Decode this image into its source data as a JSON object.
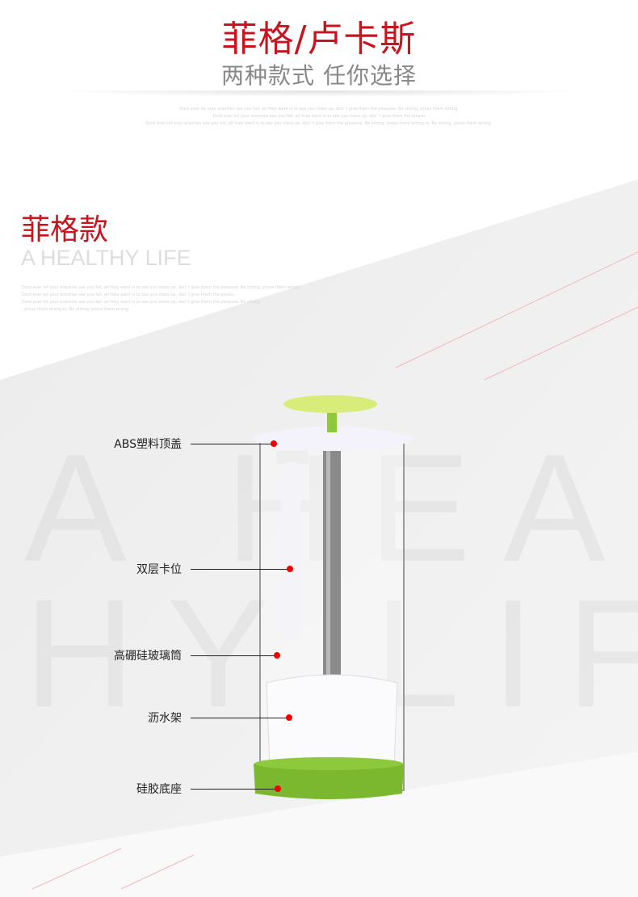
{
  "header": {
    "title": "菲格/卢卡斯",
    "subtitle": "两种款式 任你选择",
    "fine_print": [
      "Dont ever let your enemies see you fall, all they want is to see you mess up, don'  t give them the pleasure. Be strong, prove them wrong.",
      "Dont ever let your enemies see you fall, all they want is to see you mess up, don'  t give them the pleasu",
      "Dont ever let your enemies see you fall, all they want is to see you mess up, don'  t give them the pleasure. Be strong, prove them wrong.re. Be strong, prove them wrong."
    ]
  },
  "section": {
    "title": "菲格款",
    "subtitle": "A HEALTHY LIFE",
    "fine_print": [
      "Dont ever let your enemies see you fall, all they want is to see you mess up, don'  t give them the pleasure. Be strong, prove them wrong.",
      "Dont ever let your enemies see you fall, all they want is to see you mess up, don'  t give them the pleasu",
      "Dont ever let your enemies see you fall, all they want is to see you mess up, don'  t give them the pleasure. Be strong",
      ", prove them wrong.re. Be strong, prove them wrong."
    ],
    "watermark": [
      "A HEALT",
      "HY LIFE"
    ]
  },
  "labels": [
    "ABS塑料顶盖",
    "双层卡位",
    "高硼硅玻璃筒",
    "沥水架",
    "硅胶底座"
  ],
  "colors": {
    "accent": "#c8141e",
    "silicone": "#7cb82f",
    "knob": "#d8ec7a"
  }
}
